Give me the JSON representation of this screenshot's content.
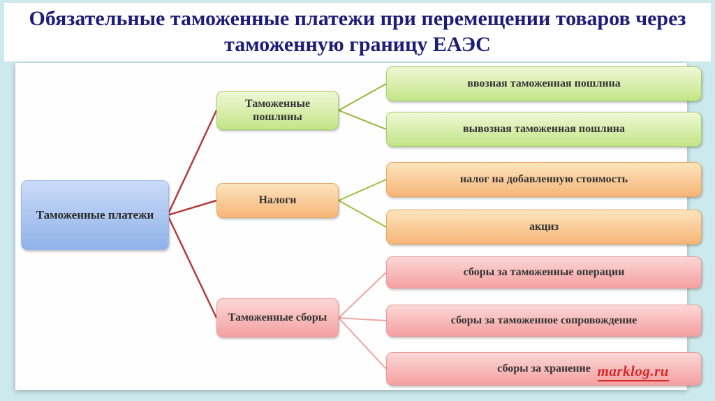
{
  "slide": {
    "title": "Обязательные таможенные платежи при перемещении товаров через таможенную границу ЕАЭС",
    "watermark": "marklog.ru"
  },
  "diagram": {
    "root": {
      "label": "Таможенные платежи"
    },
    "branches": [
      {
        "label": "Таможенные пошлины",
        "color": "green",
        "children": [
          {
            "label": "ввозная таможенная пошлина"
          },
          {
            "label": "вывозная таможенная пошлина"
          }
        ]
      },
      {
        "label": "Налоги",
        "color": "orange",
        "children": [
          {
            "label": "налог на добавленную стоимость"
          },
          {
            "label": "акциз"
          }
        ]
      },
      {
        "label": "Таможенные сборы",
        "color": "pink",
        "children": [
          {
            "label": "сборы за таможенные операции"
          },
          {
            "label": "сборы за таможенное сопровождение"
          },
          {
            "label": "сборы за хранение"
          }
        ]
      }
    ]
  },
  "colors": {
    "background": "#cde9ec",
    "title_text": "#1d1d78",
    "root_fill": "#a9c4ee",
    "duties_fill": "#d9efae",
    "taxes_fill": "#f9c88f",
    "fees_fill": "#f8b9b9",
    "root_connector": "#b23b3b",
    "green_connector": "#94b738",
    "pink_connector": "#f0a3a3",
    "watermark_text": "#d42a2a"
  }
}
